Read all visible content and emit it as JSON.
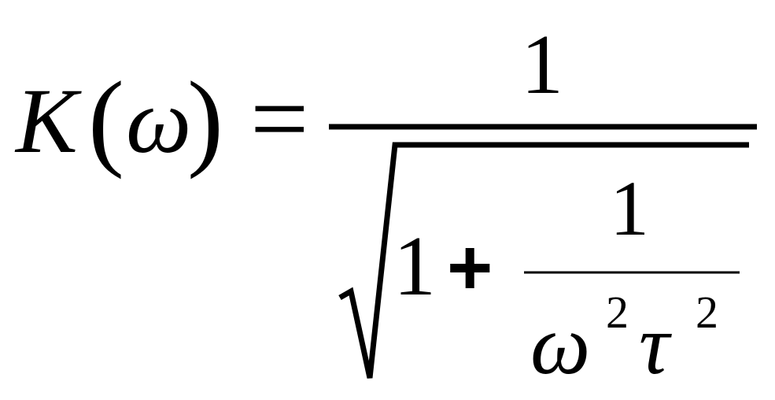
{
  "formula": {
    "lhs": {
      "function_name": "K",
      "open_paren": "(",
      "variable": "ω",
      "close_paren": ")"
    },
    "equals": "=",
    "numerator": "1",
    "denominator": {
      "radicand_term": "1",
      "plus": "+",
      "inner_fraction": {
        "numerator": "1",
        "omega": "ω",
        "omega_exponent": "2",
        "tau": "τ",
        "tau_exponent": "2"
      }
    }
  }
}
